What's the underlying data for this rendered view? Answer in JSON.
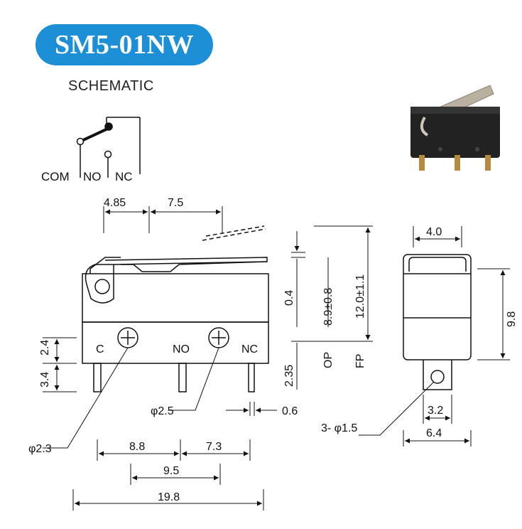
{
  "title": "SM5-01NW",
  "schematic_label": "SCHEMATIC",
  "colors": {
    "badge": "#1d8fd6",
    "line": "#111111",
    "photo_body": "#222222",
    "photo_lever": "#b9b0a0",
    "photo_pin": "#b58a3a"
  },
  "schematic": {
    "com": "COM",
    "no": "NO",
    "nc": "NC"
  },
  "side_view": {
    "pin_c": "C",
    "pin_no": "NO",
    "pin_nc": "NC",
    "dim_top_a": "4.85",
    "dim_top_b": "7.5",
    "dim_left_top": "2.4",
    "dim_left_bottom": "3.4",
    "dim_hole_small": "φ2.5",
    "dim_hole_large": "φ2.3",
    "dim_pin_width": "0.6",
    "dim_bottom_a": "8.8",
    "dim_bottom_b": "7.3",
    "dim_bottom_c": "9.5",
    "dim_overall": "19.8"
  },
  "height_dims": {
    "pretravel": "0.4",
    "op": "8.9±0.8",
    "fp": "12.0±1.1",
    "pin_len": "2.35",
    "op_label": "OP",
    "fp_label": "FP"
  },
  "end_view": {
    "width_top": "4.0",
    "height": "9.8",
    "hole_w": "3.2",
    "base_w": "6.4",
    "hole_callout": "3- φ1.5"
  }
}
